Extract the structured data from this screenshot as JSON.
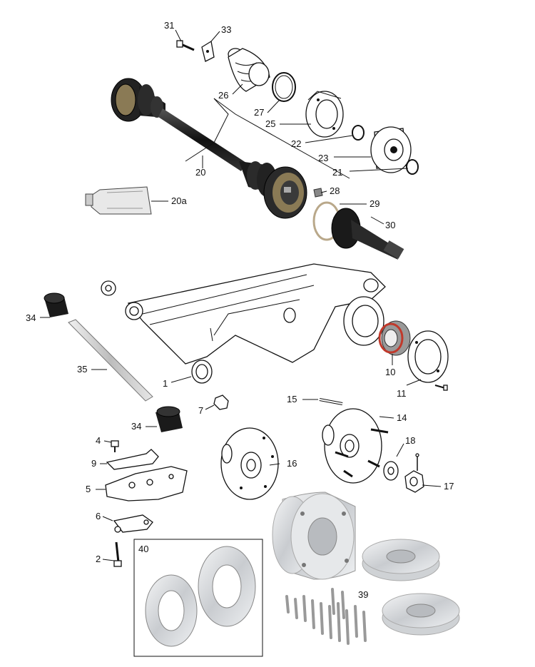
{
  "diagram": {
    "callouts": [
      {
        "id": "c31",
        "label": "31"
      },
      {
        "id": "c33",
        "label": "33"
      },
      {
        "id": "c26",
        "label": "26"
      },
      {
        "id": "c27",
        "label": "27"
      },
      {
        "id": "c25",
        "label": "25"
      },
      {
        "id": "c22",
        "label": "22"
      },
      {
        "id": "c23",
        "label": "23"
      },
      {
        "id": "c21",
        "label": "21"
      },
      {
        "id": "c20",
        "label": "20"
      },
      {
        "id": "c20a",
        "label": "20a"
      },
      {
        "id": "c28",
        "label": "28"
      },
      {
        "id": "c29",
        "label": "29"
      },
      {
        "id": "c30",
        "label": "30"
      },
      {
        "id": "c34a",
        "label": "34"
      },
      {
        "id": "c35",
        "label": "35"
      },
      {
        "id": "c1",
        "label": "1"
      },
      {
        "id": "c10",
        "label": "10"
      },
      {
        "id": "c11",
        "label": "11"
      },
      {
        "id": "c7",
        "label": "7"
      },
      {
        "id": "c15",
        "label": "15"
      },
      {
        "id": "c14",
        "label": "14"
      },
      {
        "id": "c34b",
        "label": "34"
      },
      {
        "id": "c4",
        "label": "4"
      },
      {
        "id": "c9",
        "label": "9"
      },
      {
        "id": "c5",
        "label": "5"
      },
      {
        "id": "c16",
        "label": "16"
      },
      {
        "id": "c18",
        "label": "18"
      },
      {
        "id": "c17",
        "label": "17"
      },
      {
        "id": "c6",
        "label": "6"
      },
      {
        "id": "c2",
        "label": "2"
      },
      {
        "id": "c40",
        "label": "40"
      },
      {
        "id": "c39",
        "label": "39"
      }
    ],
    "colors": {
      "ink": "#111111",
      "rubber": "#1a1a1a",
      "aluminum": "#d9dbdd",
      "bearing_seal": "#c0392b"
    }
  }
}
